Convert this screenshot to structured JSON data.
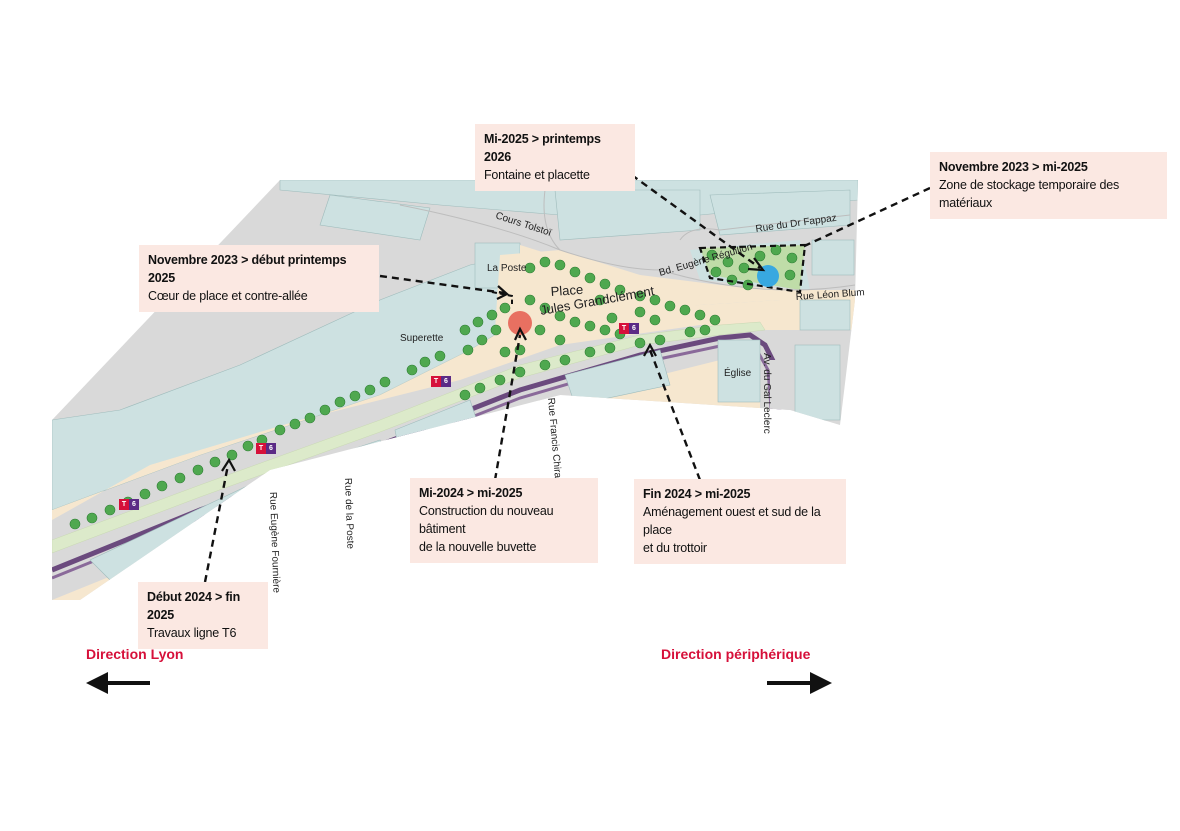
{
  "streets": {
    "cours_tolstoi": "Cours Tolstoï",
    "rue_fappaz": "Rue du Dr Fappaz",
    "bd_reguillon": "Bd. Eugène Réguillon",
    "rue_leon_blum": "Rue Léon Blum",
    "av_leclerc": "Av. du Gal Leclerc",
    "rue_francis_chirat": "Rue Francis Chirat",
    "rue_fourniere": "Rue Eugène Fournière",
    "rue_poste": "Rue de la Poste"
  },
  "places": {
    "la_poste": "La Poste",
    "superette": "Superette",
    "eglise": "Église",
    "place_line1": "Place",
    "place_line2": "Jules Grandclément"
  },
  "tram": {
    "t": "T",
    "num": "6"
  },
  "callouts": {
    "fontaine": {
      "title": "Mi-2025 > printemps 2026",
      "desc": "Fontaine et placette"
    },
    "stockage": {
      "title": "Novembre 2023 > mi-2025",
      "desc": "Zone de stockage temporaire des matériaux"
    },
    "coeur": {
      "title": "Novembre 2023 > début printemps 2025",
      "desc": "Cœur de place et contre-allée"
    },
    "buvette": {
      "title": "Mi-2024 > mi-2025",
      "desc1": "Construction du nouveau bâtiment",
      "desc2": "de la nouvelle buvette"
    },
    "amenagement": {
      "title": "Fin 2024 > mi-2025",
      "desc1": "Aménagement ouest et sud de la place",
      "desc2": "et du trottoir"
    },
    "t6": {
      "title": "Début 2024 > fin 2025",
      "desc": "Travaux ligne T6"
    }
  },
  "directions": {
    "left": "Direction Lyon",
    "right": "Direction périphérique"
  },
  "colors": {
    "accent": "#d6103a",
    "tram_purple": "#5b2a86",
    "callout_bg": "#fbe8e2",
    "building": "#cde1e1",
    "sidewalk": "#f6e7cf",
    "greenery": "#4fa84f"
  }
}
